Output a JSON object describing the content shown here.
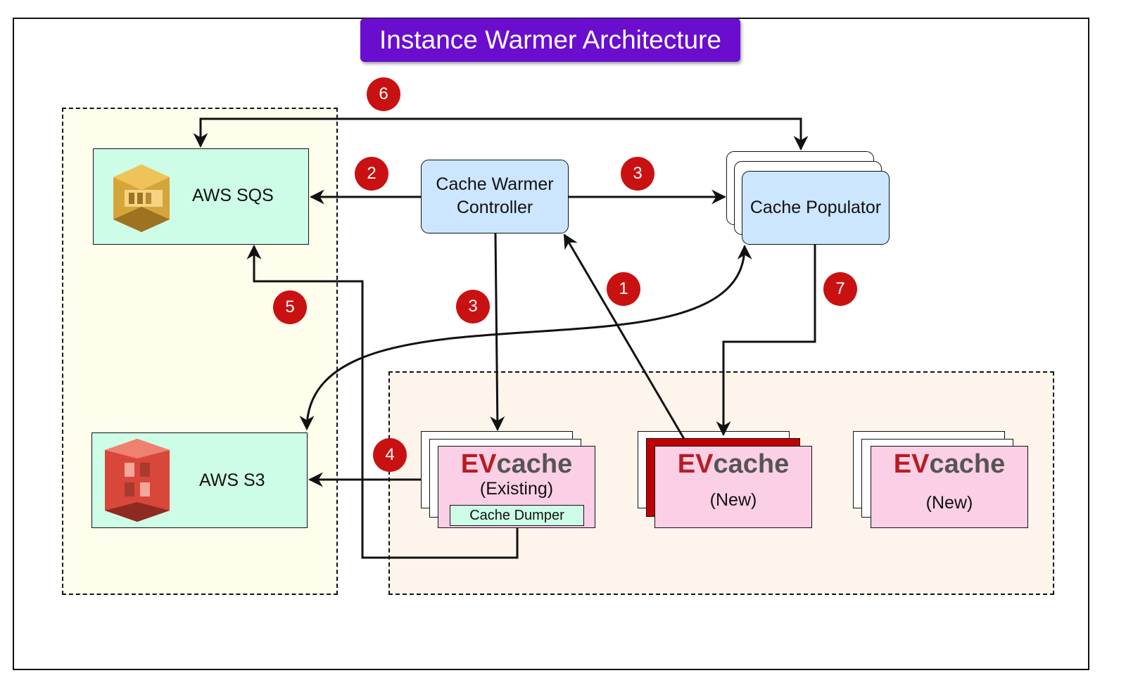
{
  "title": "Instance Warmer Architecture",
  "nodes": {
    "sqs": {
      "label": "AWS SQS"
    },
    "s3": {
      "label": "AWS S3"
    },
    "controller": {
      "line1": "Cache Warmer",
      "line2": "Controller"
    },
    "populator": {
      "label": "Cache Populator"
    },
    "evcache_existing": {
      "logo_ev": "EV",
      "logo_word": "cache",
      "sub": "(Existing)",
      "dumper": "Cache Dumper"
    },
    "evcache_new_1": {
      "logo_ev": "EV",
      "logo_word": "cache",
      "sub": "(New)"
    },
    "evcache_new_2": {
      "logo_ev": "EV",
      "logo_word": "cache",
      "sub": "(New)"
    }
  },
  "steps": [
    "1",
    "2",
    "3",
    "3",
    "4",
    "5",
    "6",
    "7"
  ],
  "colors": {
    "title_bg": "#6a0dce",
    "badge": "#c91111",
    "aws_box": "#cdfde6",
    "blue_box": "#cce6ff",
    "evcache_box": "#fbcfe6",
    "evcache_logo": "#b71c23",
    "aws_zone": "#fffdec",
    "evcache_zone": "#fdf4ec",
    "sqs_icon": "#d6a53a",
    "s3_icon": "#d9473a"
  },
  "icons": {
    "sqs": "aws-sqs-icon",
    "s3": "aws-s3-icon"
  }
}
